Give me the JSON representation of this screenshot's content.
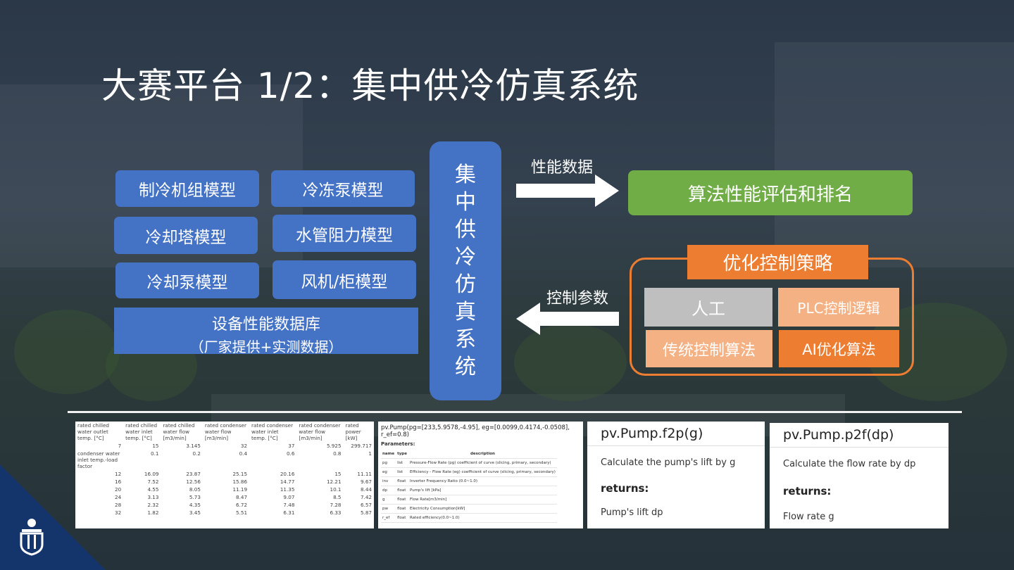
{
  "title": "大赛平台 1/2：集中供冷仿真系统",
  "models": [
    "制冷机组模型",
    "冷冻泵模型",
    "冷却塔模型",
    "水管阻力模型",
    "冷却泵模型",
    "风机/柜模型"
  ],
  "database": {
    "line1": "设备性能数据库",
    "line2": "（厂家提供+实测数据）"
  },
  "sim_system_chars": [
    "集",
    "中",
    "供",
    "冷",
    "仿",
    "真",
    "系",
    "统"
  ],
  "performance_label": "性能数据",
  "control_label": "控制参数",
  "evaluation_box": "算法性能评估和排名",
  "strategy": {
    "title": "优化控制策略",
    "manual": "人工",
    "plc": "PLC控制逻辑",
    "traditional": "传统控制算法",
    "ai": "AI优化算法"
  },
  "colors": {
    "blue": "#4472c4",
    "green": "#70ad47",
    "orange": "#ed7d31",
    "light_orange": "#f4b183",
    "gray": "#bfbfbf"
  },
  "table1": {
    "headers": [
      "rated chilled water outlet temp. [°C]",
      "rated chilled water inlet temp. [°C]",
      "rated chilled water flow [m3/min]",
      "rated condenser water flow [m3/min]",
      "rated condenser water inlet temp. [°C]",
      "rated condenser water flow [m3/min]",
      "rated power [kW]"
    ],
    "rated_row": [
      "7",
      "15",
      "3.145",
      "32",
      "37",
      "5.925",
      "299.717"
    ],
    "load_label": "condenser water inlet temp.-load factor",
    "load_row": [
      "0.1",
      "0.2",
      "0.4",
      "0.6",
      "0.8",
      "1"
    ],
    "rows": [
      [
        "12",
        "16.09",
        "23.87",
        "25.15",
        "20.16",
        "15",
        "11.11"
      ],
      [
        "16",
        "7.52",
        "12.56",
        "15.86",
        "14.77",
        "12.21",
        "9.67"
      ],
      [
        "20",
        "4.55",
        "8.05",
        "11.19",
        "11.35",
        "10.1",
        "8.44"
      ],
      [
        "24",
        "3.13",
        "5.73",
        "8.47",
        "9.07",
        "8.5",
        "7.42"
      ],
      [
        "28",
        "2.32",
        "4.35",
        "6.72",
        "7.48",
        "7.28",
        "6.57"
      ],
      [
        "32",
        "1.82",
        "3.45",
        "5.51",
        "6.31",
        "6.33",
        "5.87"
      ]
    ]
  },
  "pump_doc": {
    "signature": "pv.Pump(pg=[233,5.9578,-4.95], eg=[0.0099,0.4174,-0.0508], r_ef=0.8)",
    "params_label": "Parameters:",
    "col_headers": [
      "name",
      "type",
      "description"
    ],
    "params": [
      [
        "pg",
        "list",
        "Pressure-Flow Rate (pg) coefficient of curve (slicing, primary, secondary)"
      ],
      [
        "eg",
        "list",
        "Efficiency - Flow Rate (eg) coefficient of curve (slicing, primary, secondary)"
      ],
      [
        "inv",
        "float",
        "Inverter Frequency Ratio (0.0~1.0)"
      ],
      [
        "dp",
        "float",
        "Pump's lift [kPa]"
      ],
      [
        "g",
        "float",
        "Flow Rate[m3/min]"
      ],
      [
        "pw",
        "float",
        "Electricity Consumption[kW]"
      ],
      [
        "r_ef",
        "float",
        "Rated efficiency(0.0~1.0)"
      ]
    ]
  },
  "f2p": {
    "title": "pv.Pump.f2p(g)",
    "desc": "Calculate the pump's lift by g",
    "returns": "returns:",
    "ret": "Pump's lift dp"
  },
  "p2f": {
    "title": "pv.Pump.p2f(dp)",
    "desc": "Calculate the flow rate by dp",
    "returns": "returns:",
    "ret": "Flow rate g"
  }
}
